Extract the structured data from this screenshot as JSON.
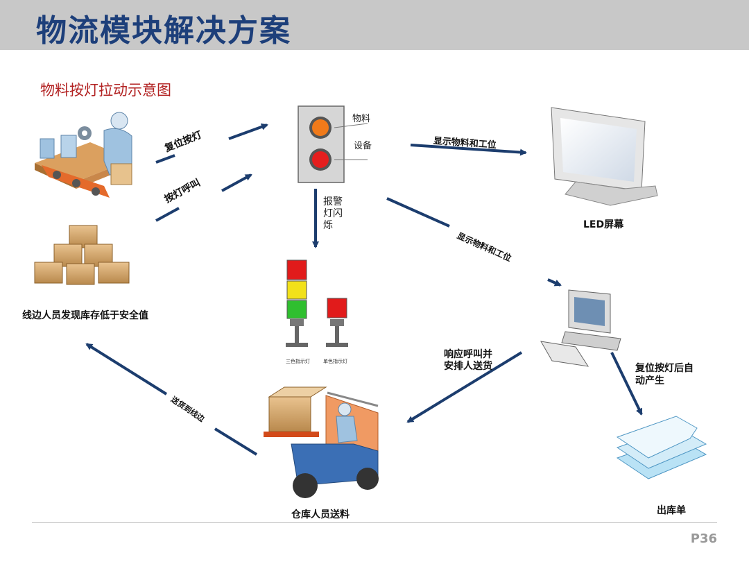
{
  "header": {
    "title": "物流模块解决方案"
  },
  "diagram": {
    "subtitle": "物料按灯拉动示意图",
    "panel": {
      "label_material": "物料",
      "label_equipment": "设备"
    },
    "edges": {
      "reset_light": "复位按灯",
      "press_call": "按灯呼叫",
      "alarm_flash": "报警\n灯闪\n烁",
      "show_to_led": "显示物料和工位",
      "show_to_pc": "显示物料和工位",
      "respond_line1": "响应呼叫并",
      "respond_line2": "安排人送货",
      "auto_line1": "复位按灯后自",
      "auto_line2": "动产生",
      "deliver_to_line": "送货到线边"
    },
    "nodes": {
      "led_screen": "LED屏幕",
      "line_worker": "线边人员发现库存低于安全值",
      "three_color_light": "三色指示灯",
      "single_color_light": "单色指示灯",
      "warehouse": "仓库人员送料",
      "delivery_note": "出库单"
    },
    "colors": {
      "arrow": "#1c3d6e",
      "title": "#1d3f7a",
      "subtitle": "#b22222"
    }
  },
  "footer": {
    "page": "P36"
  }
}
